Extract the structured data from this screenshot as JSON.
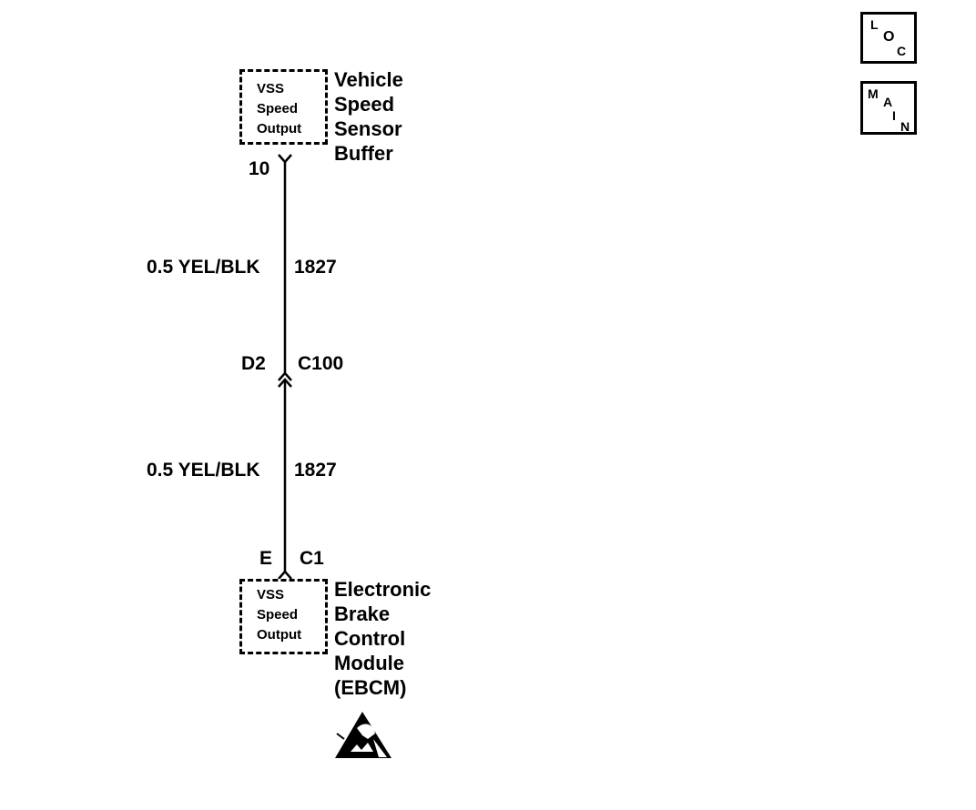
{
  "nav": {
    "loc": [
      "L",
      "O",
      "C"
    ],
    "main": [
      "M",
      "A",
      "I",
      "N"
    ]
  },
  "top_component": {
    "inner_lines": [
      "VSS",
      "Speed",
      "Output"
    ],
    "name_lines": [
      "Vehicle",
      "Speed",
      "Sensor",
      "Buffer"
    ],
    "pin": "10"
  },
  "wire_upper": {
    "size_color": "0.5 YEL/BLK",
    "circuit": "1827"
  },
  "connector": {
    "pin": "D2",
    "name": "C100"
  },
  "wire_lower": {
    "size_color": "0.5 YEL/BLK",
    "circuit": "1827"
  },
  "bottom_component": {
    "pin": "E",
    "connector": "C1",
    "inner_lines": [
      "VSS",
      "Speed",
      "Output"
    ],
    "name_lines": [
      "Electronic",
      "Brake",
      "Control",
      "Module",
      "(EBCM)"
    ]
  },
  "esd_symbol": "esd-sensitive-icon"
}
